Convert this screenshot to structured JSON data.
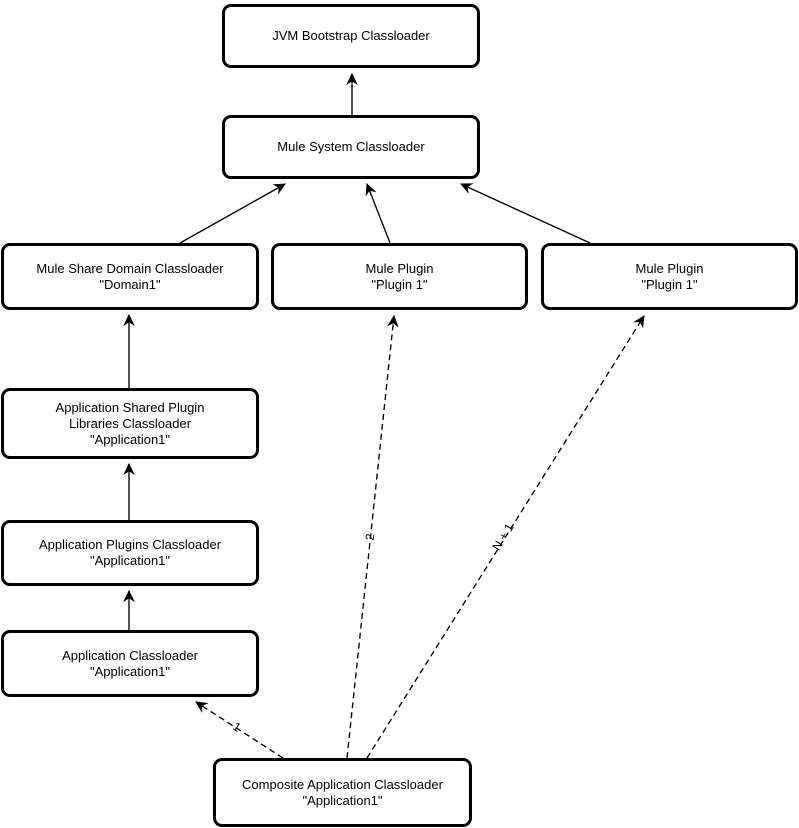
{
  "nodes": {
    "jvm_bootstrap": {
      "lines": [
        "JVM Bootstrap Classloader"
      ]
    },
    "mule_system": {
      "lines": [
        "Mule System Classloader"
      ]
    },
    "domain": {
      "lines": [
        "Mule Share Domain Classloader",
        "\"Domain1\""
      ]
    },
    "plugin_mid": {
      "lines": [
        "Mule Plugin",
        "\"Plugin 1\""
      ]
    },
    "plugin_right": {
      "lines": [
        "Mule Plugin",
        "\"Plugin 1\""
      ]
    },
    "shared_libs": {
      "lines": [
        "Application Shared Plugin",
        "Libraries Classloader",
        "\"Application1\""
      ]
    },
    "app_plugins": {
      "lines": [
        "Application Plugins Classloader",
        "\"Application1\""
      ]
    },
    "app_classloader": {
      "lines": [
        "Application Classloader",
        "\"Application1\""
      ]
    },
    "composite": {
      "lines": [
        "Composite Application Classloader",
        "\"Application1\""
      ]
    }
  },
  "edge_labels": {
    "composite_to_app_classloader": "1",
    "composite_to_plugin_mid": "2",
    "composite_to_plugin_right": "N + 1"
  },
  "colors": {
    "stroke": "#000000",
    "node_fill": "#ffffff",
    "background": "#ffffff"
  }
}
